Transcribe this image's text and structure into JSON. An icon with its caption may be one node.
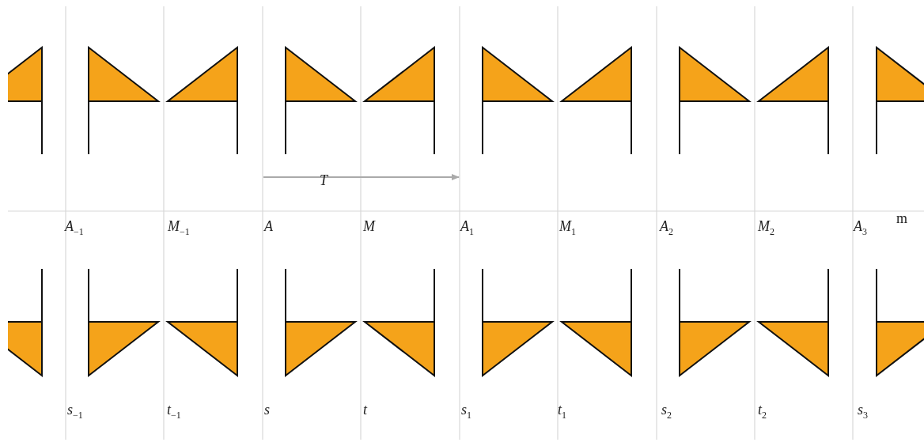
{
  "diagram": {
    "labels": [
      "T",
      "*A*$_{−1}$",
      "*M*$_{−1}$",
      "*A*",
      "*M*",
      "*A*$_{1}$",
      "*M*$_{1}$",
      "*A*$_{2}$",
      "*M*$_{2}$",
      "*A*$_{3}$",
      "m",
      "*s*$_{−1}$",
      "*t*$_{−1}$",
      "*s*",
      "*t*",
      "*s*$_{1}$",
      "*t*$_{1}$",
      "*s*$_{2}$",
      "*t*$_{2}$",
      "*s*$_{3}$"
    ]
  }
}
